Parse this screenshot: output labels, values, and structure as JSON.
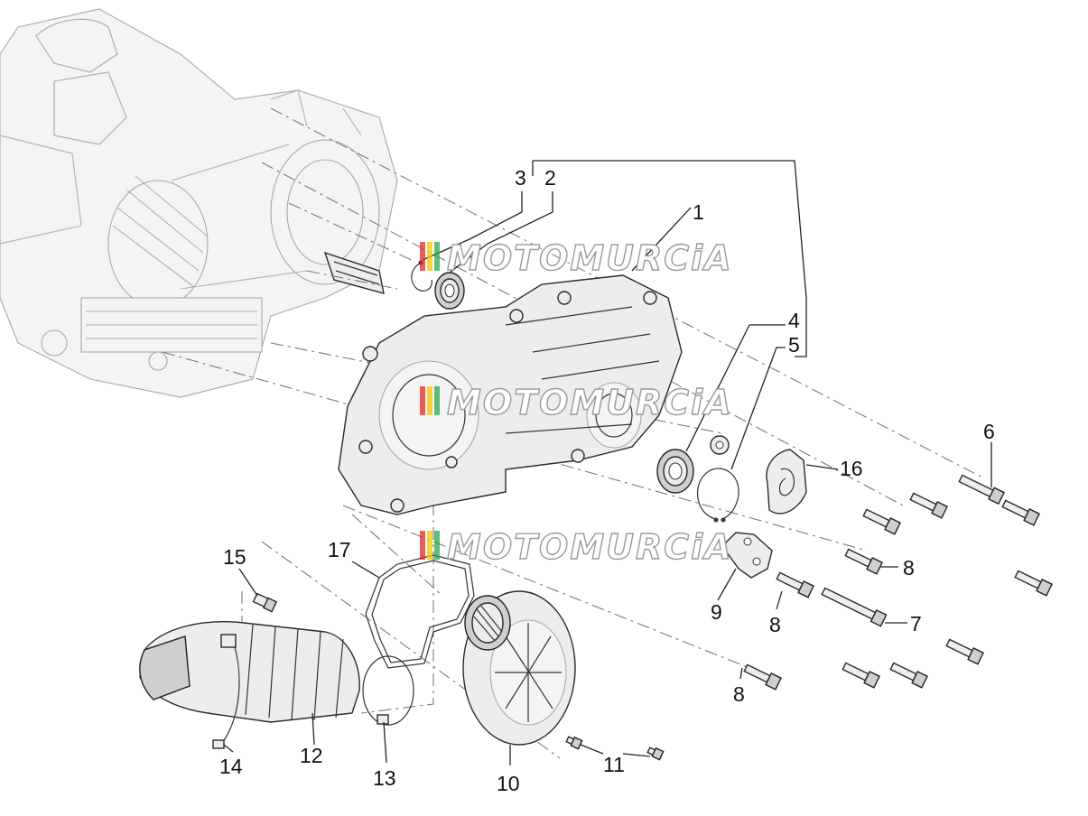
{
  "watermark": {
    "text": "MOTOMURCiA",
    "stripe_colors": [
      "#e2252b",
      "#f7c400",
      "#2aa84a"
    ]
  },
  "callouts": [
    {
      "id": "1",
      "label": "1"
    },
    {
      "id": "2",
      "label": "2"
    },
    {
      "id": "3",
      "label": "3"
    },
    {
      "id": "4",
      "label": "4"
    },
    {
      "id": "5",
      "label": "5"
    },
    {
      "id": "6",
      "label": "6"
    },
    {
      "id": "7",
      "label": "7"
    },
    {
      "id": "8a",
      "label": "8"
    },
    {
      "id": "8b",
      "label": "8"
    },
    {
      "id": "8c",
      "label": "8"
    },
    {
      "id": "9",
      "label": "9"
    },
    {
      "id": "10",
      "label": "10"
    },
    {
      "id": "11",
      "label": "11"
    },
    {
      "id": "12",
      "label": "12"
    },
    {
      "id": "13",
      "label": "13"
    },
    {
      "id": "14",
      "label": "14"
    },
    {
      "id": "15",
      "label": "15"
    },
    {
      "id": "16",
      "label": "16"
    },
    {
      "id": "17",
      "label": "17"
    }
  ]
}
